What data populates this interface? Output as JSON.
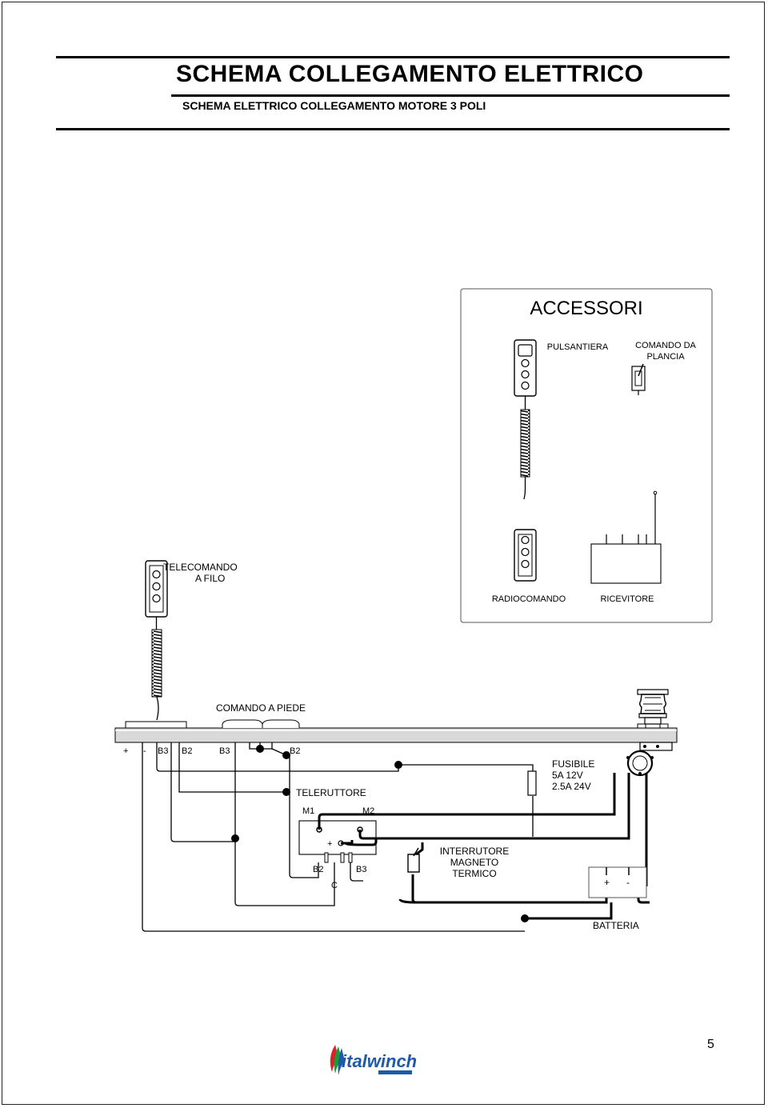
{
  "header": {
    "title": "SCHEMA COLLEGAMENTO ELETTRICO",
    "subtitle": "SCHEMA ELETTRICO COLLEGAMENTO MOTORE 3 POLI"
  },
  "accessories": {
    "title": "ACCESSORI",
    "pulsantiera": "PULSANTIERA",
    "comando_da": "COMANDO  DA",
    "plancia": "PLANCIA",
    "radiocomando": "RADIOCOMANDO",
    "ricevitore": "RICEVITORE"
  },
  "diagram": {
    "telecomando_1": "TELECOMANDO",
    "telecomando_2": "A FILO",
    "comando_piede": "COMANDO A PIEDE",
    "terminals": [
      "+",
      "-",
      "B3",
      "B2",
      "B3",
      "B2"
    ],
    "fusibile_1": "FUSIBILE",
    "fusibile_2": "5A 12V",
    "fusibile_3": "2.5A 24V",
    "teleruttore": "TELERUTTORE",
    "m1": "M1",
    "m2": "M2",
    "plus": "+",
    "b2": "B2",
    "b3": "B3",
    "c": "C",
    "interruttore_1": "INTERRUTORE",
    "interruttore_2": "MAGNETO",
    "interruttore_3": "TERMICO",
    "batt_plus": "+",
    "batt_minus": "-",
    "batteria": "BATTERIA"
  },
  "footer": {
    "page_number": "5",
    "logo_text": "italwinch"
  }
}
